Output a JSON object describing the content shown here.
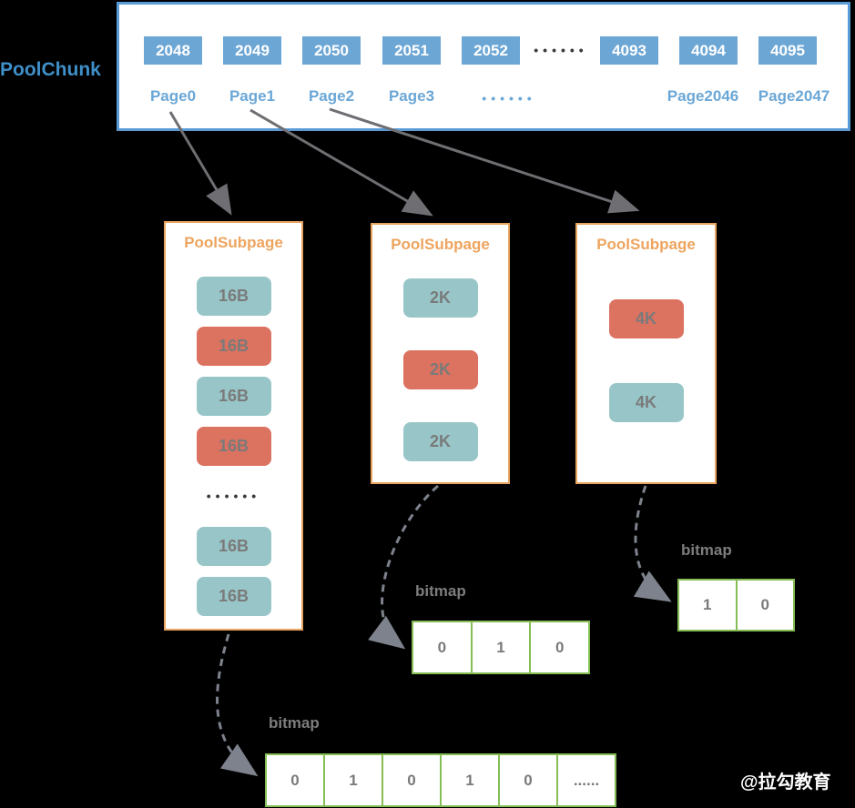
{
  "colors": {
    "background": "#000000",
    "chunk_border": "#5b9bd5",
    "chunk_title_text": "#3f8fc9",
    "page_number_bg": "#6ca6d5",
    "page_number_text": "#ffffff",
    "page_label_text": "#6ba7d6",
    "subpage_border": "#e8a45f",
    "subpage_title_text": "#eea45e",
    "block_free": "#98c6c8",
    "block_used": "#dc7260",
    "block_text": "#7a7a7a",
    "bitmap_border": "#85bd55",
    "bitmap_cell_text": "#7a7a7a",
    "bitmap_label_text": "#7d7d7d",
    "solid_arrow": "#6e6e73",
    "dashed_arrow": "#7d828c",
    "watermark_text": "#ffffff"
  },
  "chunk": {
    "title": "PoolChunk",
    "numbers": [
      "2048",
      "2049",
      "2050",
      "2051",
      "2052",
      "4093",
      "4094",
      "4095"
    ],
    "numbers_ellipsis": "••••••",
    "page_labels": [
      "Page0",
      "Page1",
      "Page2",
      "Page3",
      "Page2046",
      "Page2047"
    ],
    "labels_ellipsis": "••••••"
  },
  "subpages": [
    {
      "title": "PoolSubpage",
      "blocks": [
        {
          "label": "16B",
          "state": "free"
        },
        {
          "label": "16B",
          "state": "used"
        },
        {
          "label": "16B",
          "state": "free"
        },
        {
          "label": "16B",
          "state": "used"
        },
        {
          "label": "••••••",
          "state": "ellipsis"
        },
        {
          "label": "16B",
          "state": "free"
        },
        {
          "label": "16B",
          "state": "free"
        }
      ]
    },
    {
      "title": "PoolSubpage",
      "blocks": [
        {
          "label": "2K",
          "state": "free"
        },
        {
          "label": "2K",
          "state": "used"
        },
        {
          "label": "2K",
          "state": "free"
        }
      ]
    },
    {
      "title": "PoolSubpage",
      "blocks": [
        {
          "label": "4K",
          "state": "used"
        },
        {
          "label": "4K",
          "state": "free"
        }
      ]
    }
  ],
  "bitmaps": {
    "right": {
      "label": "bitmap",
      "cells": [
        "1",
        "0"
      ]
    },
    "middle": {
      "label": "bitmap",
      "cells": [
        "0",
        "1",
        "0"
      ]
    },
    "bottom": {
      "label": "bitmap",
      "cells": [
        "0",
        "1",
        "0",
        "1",
        "0",
        "......"
      ]
    }
  },
  "watermark": {
    "text": "@拉勾教育"
  }
}
